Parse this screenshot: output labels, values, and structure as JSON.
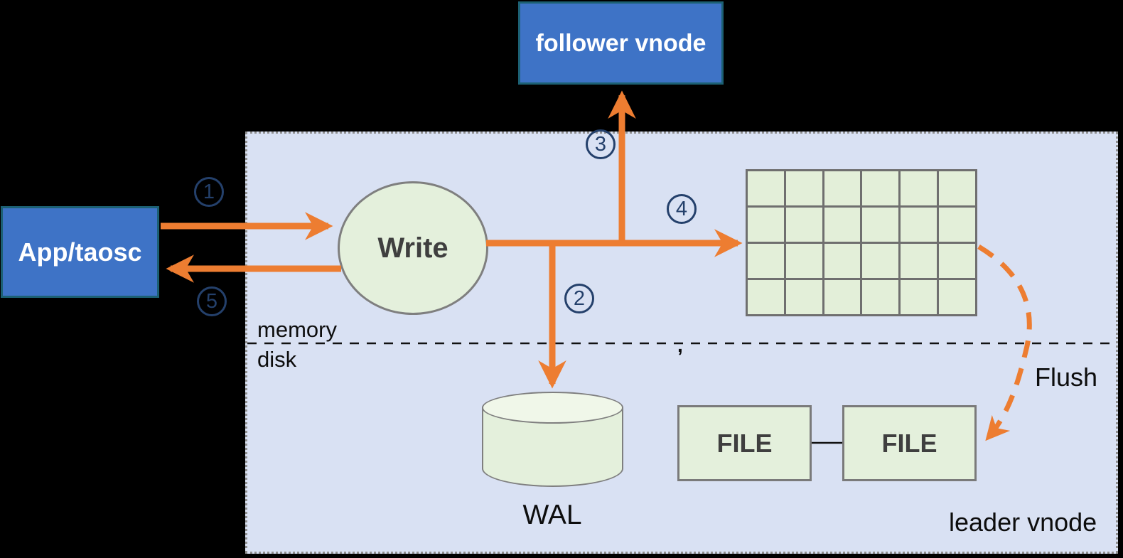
{
  "nodes": {
    "follower": {
      "line1": "follower",
      "line2": "vnode"
    },
    "app": {
      "label": "App/taosc"
    },
    "write": {
      "label": "Write"
    },
    "wal": {
      "label": "WAL"
    },
    "file_left": {
      "label": "FILE"
    },
    "file_right": {
      "label": "FILE"
    }
  },
  "labels": {
    "memory": "memory",
    "disk": "disk",
    "flush": "Flush",
    "leader_vnode": "leader vnode",
    "stray": ","
  },
  "steps": {
    "s1": "1",
    "s2": "2",
    "s3": "3",
    "s4": "4",
    "s5": "5"
  },
  "grid": {
    "rows": 4,
    "cols": 6
  },
  "colors": {
    "arrow_orange": "#ed7d31",
    "node_blue": "#3e73c6",
    "node_border_teal": "#1c6073",
    "container_lavender": "#d9e1f3",
    "shape_green": "#e4f0dc",
    "step_navy": "#24406b",
    "shape_border_gray": "#7f7f7f"
  }
}
